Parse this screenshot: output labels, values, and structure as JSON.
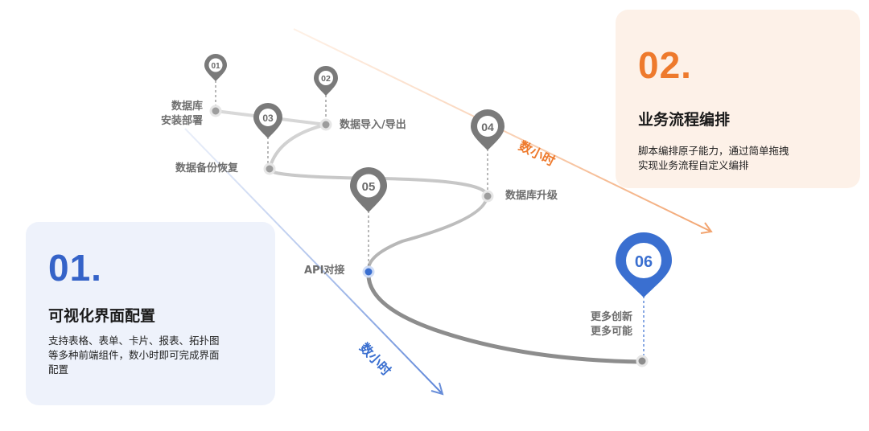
{
  "card_1": {
    "number": "01.",
    "title": "可视化界面配置",
    "desc_lines": [
      "支持表格、表单、卡片、报表、拓扑图",
      "等多种前端组件，数小时即可完成界面",
      "配置"
    ]
  },
  "card_2": {
    "number": "02.",
    "title": "业务流程编排",
    "desc_lines": [
      "脚本编排原子能力，通过简单拖拽",
      "实现业务流程自定义编排"
    ]
  },
  "time_labels": {
    "blue": "数小时",
    "orange": "数小时"
  },
  "pins": [
    "01",
    "02",
    "03",
    "04",
    "05",
    "06"
  ],
  "steps": {
    "db_install": [
      "数据库",
      "安装部署"
    ],
    "db_import_export": "数据导入/导出",
    "db_backup": "数据备份恢复",
    "db_upgrade": "数据库升级",
    "api": "API对接",
    "more": [
      "更多创新",
      "更多可能"
    ]
  },
  "colors": {
    "blue_accent": "#3563c8",
    "orange_accent": "#ee7a2d",
    "pin_gray": "#7a7a7a",
    "pin_blue": "#3a6fd0"
  }
}
